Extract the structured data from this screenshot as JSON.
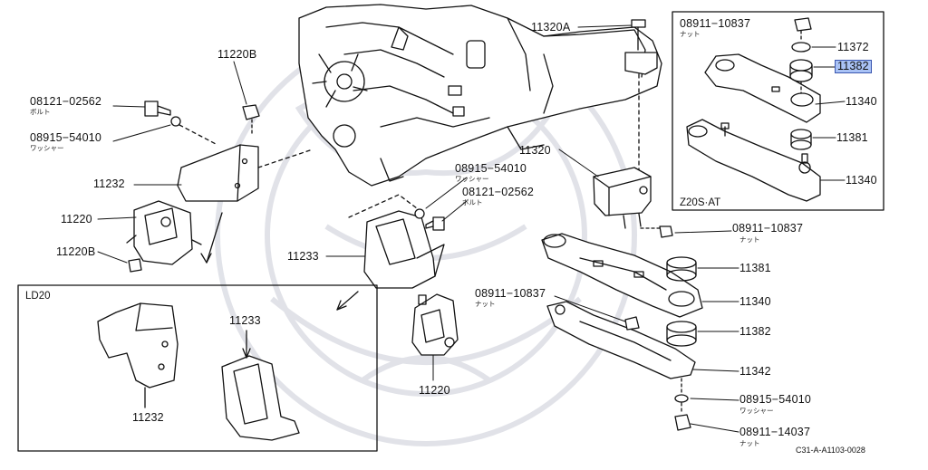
{
  "diagram": {
    "code": "C31-A-A1103-0028",
    "watermark_color": "#d9dbe2",
    "highlight_color": "#a9c2f5",
    "boxes": {
      "ld20": "LD20",
      "z20s_at": "Z20S·AT"
    },
    "labels": {
      "p11220B_top": "11220B",
      "p08121_left": "08121−02562",
      "p08121_left_sub": "ボルト",
      "p08915_left": "08915−54010",
      "p08915_left_sub": "ワッシャー",
      "p11232": "11232",
      "p11220": "11220",
      "p11220B_low": "11220B",
      "p11320A": "11320A",
      "p11320": "11320",
      "p08915_mid": "08915−54010",
      "p08915_mid_sub": "ワッシャー",
      "p08121_mid": "08121−02562",
      "p08121_mid_sub": "ボルト",
      "p11233": "11233",
      "p08911_inset": "08911−10837",
      "p08911_inset_sub": "ナット",
      "p11372": "11372",
      "p11382_hl": "11382",
      "p11340_a": "11340",
      "p11381_a": "11381",
      "p11340_b": "11340",
      "p08911_mid": "08911−10837",
      "p08911_mid_sub": "ナット",
      "p11381_b": "11381",
      "p08911_low": "08911−10837",
      "p08911_low_sub": "ナット",
      "p11340_c": "11340",
      "p11382_b": "11382",
      "p11342": "11342",
      "p08915_right": "08915−54010",
      "p08915_right_sub": "ワッシャー",
      "p08911_14037": "08911−14037",
      "p08911_14037_sub": "ナット",
      "ld20_11233": "11233",
      "ld20_11232": "11232",
      "p11220_bottom": "11220"
    }
  }
}
